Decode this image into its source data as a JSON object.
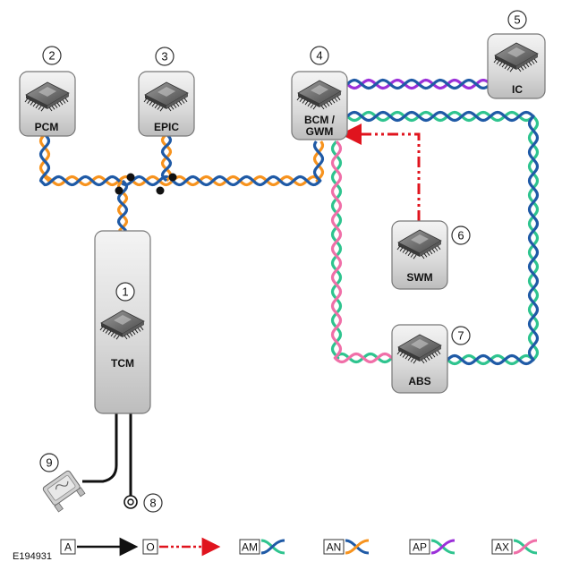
{
  "figure_id": "E194931",
  "colors": {
    "orange": "#f7931e",
    "blue": "#1f5aa6",
    "green": "#2fc48f",
    "purple": "#9b30d9",
    "pink": "#f06fa8",
    "red": "#e0141e",
    "black": "#111111"
  },
  "modules": [
    {
      "id": "tcm",
      "label": "TCM",
      "callout": "1"
    },
    {
      "id": "pcm",
      "label": "PCM",
      "callout": "2"
    },
    {
      "id": "epic",
      "label": "EPIC",
      "callout": "3"
    },
    {
      "id": "bcm",
      "label": "BCM /",
      "label2": "GWM",
      "callout": "4"
    },
    {
      "id": "ic",
      "label": "IC",
      "callout": "5"
    },
    {
      "id": "swm",
      "label": "SWM",
      "callout": "6"
    },
    {
      "id": "abs",
      "label": "ABS",
      "callout": "7"
    }
  ],
  "components": [
    {
      "id": "ground",
      "callout": "8",
      "icon": "ground-eyelet-icon"
    },
    {
      "id": "fuse",
      "callout": "9",
      "icon": "fuse-icon"
    }
  ],
  "legend": [
    {
      "key": "A",
      "icon": "solid-black-arrow-icon"
    },
    {
      "key": "O",
      "icon": "dashed-red-arrow-icon"
    },
    {
      "key": "AM",
      "icon": "twisted-pair-green-blue-icon"
    },
    {
      "key": "AN",
      "icon": "twisted-pair-blue-orange-icon"
    },
    {
      "key": "AP",
      "icon": "twisted-pair-green-purple-icon"
    },
    {
      "key": "AX",
      "icon": "twisted-pair-green-pink-icon"
    }
  ]
}
